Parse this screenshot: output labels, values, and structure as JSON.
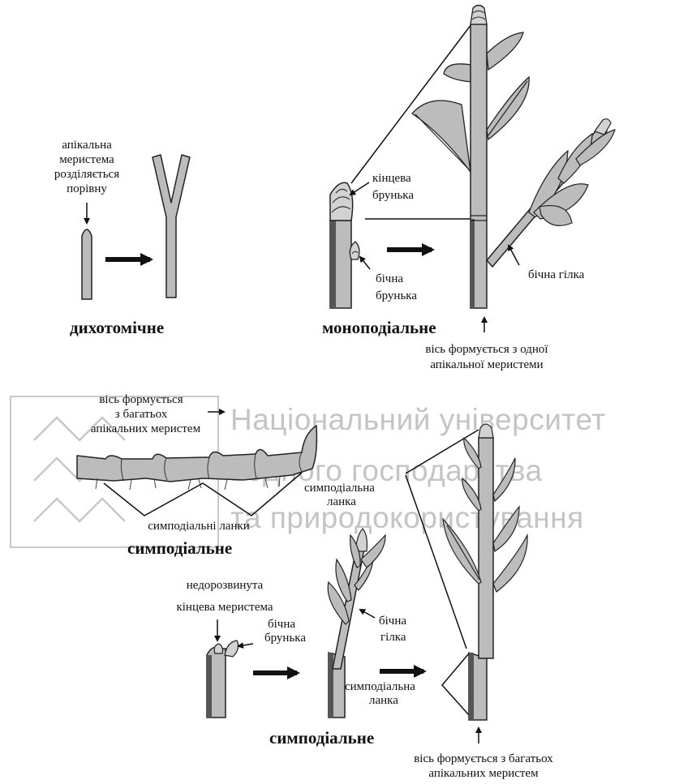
{
  "watermark": {
    "line1": "Національний університет",
    "line2": "водного господарства",
    "line3": "та природокористування"
  },
  "dichotomous": {
    "caption_l1": "апікальна",
    "caption_l2": "меристема",
    "caption_l3": "розділяється",
    "caption_l4": "порівну",
    "title": "дихотомічне"
  },
  "monopodial": {
    "terminal_bud_l1": "кінцева",
    "terminal_bud_l2": "брунька",
    "lateral_bud_l1": "бічна",
    "lateral_bud_l2": "брунька",
    "lateral_branch": "бічна гілка",
    "title": "моноподіальне",
    "axis_note_l1": "вісь формується з одної",
    "axis_note_l2": "апікальної  меристеми"
  },
  "sympodial_rhizome": {
    "axis_note_l1": "вісь формується",
    "axis_note_l2": "з багатьох",
    "axis_note_l3": "апікальних меристем",
    "link_l1": "симподіальна",
    "link_l2": "ланка",
    "links_label": "симподіальні ланки",
    "title": "симподіальне"
  },
  "sympodial_shoot": {
    "underdeveloped_l1": "недорозвинута",
    "underdeveloped_l2": "кінцева меристема",
    "lateral_bud_l1": "бічна",
    "lateral_bud_l2": "брунька",
    "lateral_branch_l1": "бічна",
    "lateral_branch_l2": "гілка",
    "link_l1": "симподіальна",
    "link_l2": "ланка",
    "title": "симподіальне",
    "axis_note_l1": "вісь формується з багатьох",
    "axis_note_l2": "апікальних меристем"
  }
}
